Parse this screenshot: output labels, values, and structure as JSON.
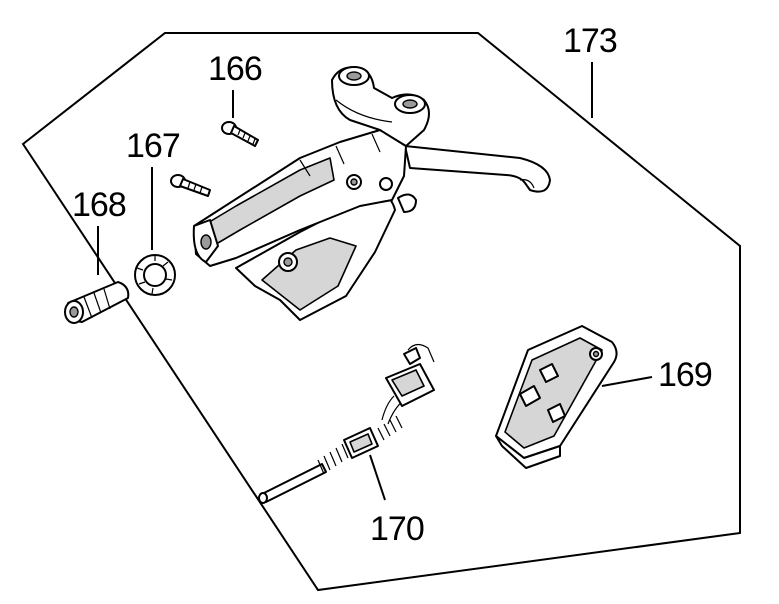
{
  "diagram": {
    "labels": {
      "assembly": "173",
      "screw_a": "166",
      "screw_b": "167",
      "knob": "168",
      "cover": "169",
      "switch": "170"
    }
  }
}
